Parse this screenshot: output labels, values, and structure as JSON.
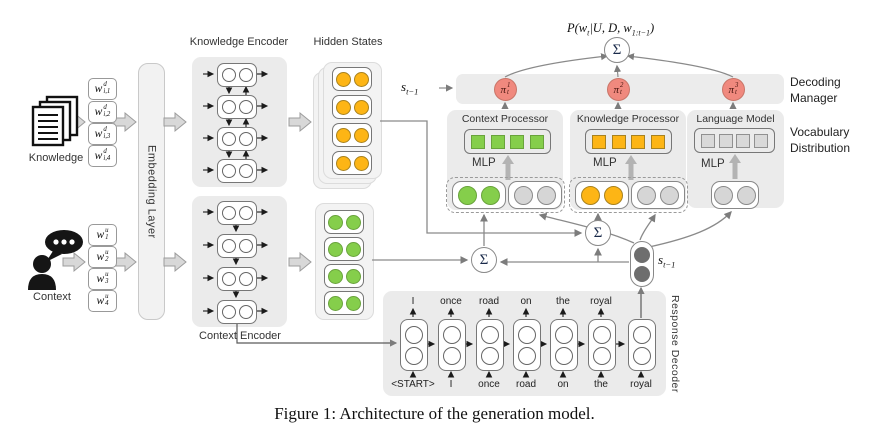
{
  "figure": {
    "caption": "Figure 1: Architecture of the generation model."
  },
  "inputs": {
    "knowledge_label": "Knowledge",
    "context_label": "Context",
    "knowledge_tokens": [
      {
        "base": "w",
        "sup": "d",
        "sub": "i,1"
      },
      {
        "base": "w",
        "sup": "d",
        "sub": "i,2"
      },
      {
        "base": "w",
        "sup": "d",
        "sub": "i,3"
      },
      {
        "base": "w",
        "sup": "d",
        "sub": "i,4"
      }
    ],
    "context_tokens": [
      {
        "base": "w",
        "sup": "u",
        "sub": "1"
      },
      {
        "base": "w",
        "sup": "u",
        "sub": "2"
      },
      {
        "base": "w",
        "sup": "u",
        "sub": "3"
      },
      {
        "base": "w",
        "sup": "u",
        "sub": "4"
      }
    ]
  },
  "embedding_layer": {
    "label": "Embedding Layer"
  },
  "encoders": {
    "knowledge": "Knowledge Encoder",
    "context": "Context Encoder",
    "hidden_states": "Hidden States"
  },
  "decoding": {
    "formula": {
      "pre": "P(w",
      "sub1": "t",
      "mid": "|U, D, w",
      "sub2": "1:t−1",
      "post": ")"
    },
    "sigma": "Σ",
    "manager_label": [
      "Decoding",
      "Manager"
    ],
    "vocab_label": [
      "Vocabulary",
      "Distribution"
    ],
    "state_label": {
      "base": "s",
      "sub": "t−1"
    },
    "pis": [
      {
        "base": "π",
        "sup": "1",
        "sub": "t"
      },
      {
        "base": "π",
        "sup": "2",
        "sub": "t"
      },
      {
        "base": "π",
        "sup": "3",
        "sub": "t"
      }
    ]
  },
  "processors": {
    "context": {
      "title": "Context Processor",
      "mlp": "MLP"
    },
    "knowledge": {
      "title": "Knowledge Processor",
      "mlp": "MLP"
    },
    "language_model": {
      "title": "Language Model",
      "mlp": "MLP"
    }
  },
  "decoder": {
    "label": "Response Decoder",
    "outputs": [
      "I",
      "once",
      "road",
      "on",
      "the",
      "royal"
    ],
    "inputs": [
      "<START>",
      "I",
      "once",
      "road",
      "on",
      "the",
      "royal"
    ]
  },
  "colors": {
    "orange": "#FDB515",
    "green": "#85CE4B",
    "salmon": "#F0897E",
    "graysq": "#D9D9D9",
    "darkc": "#6E6E6E"
  }
}
